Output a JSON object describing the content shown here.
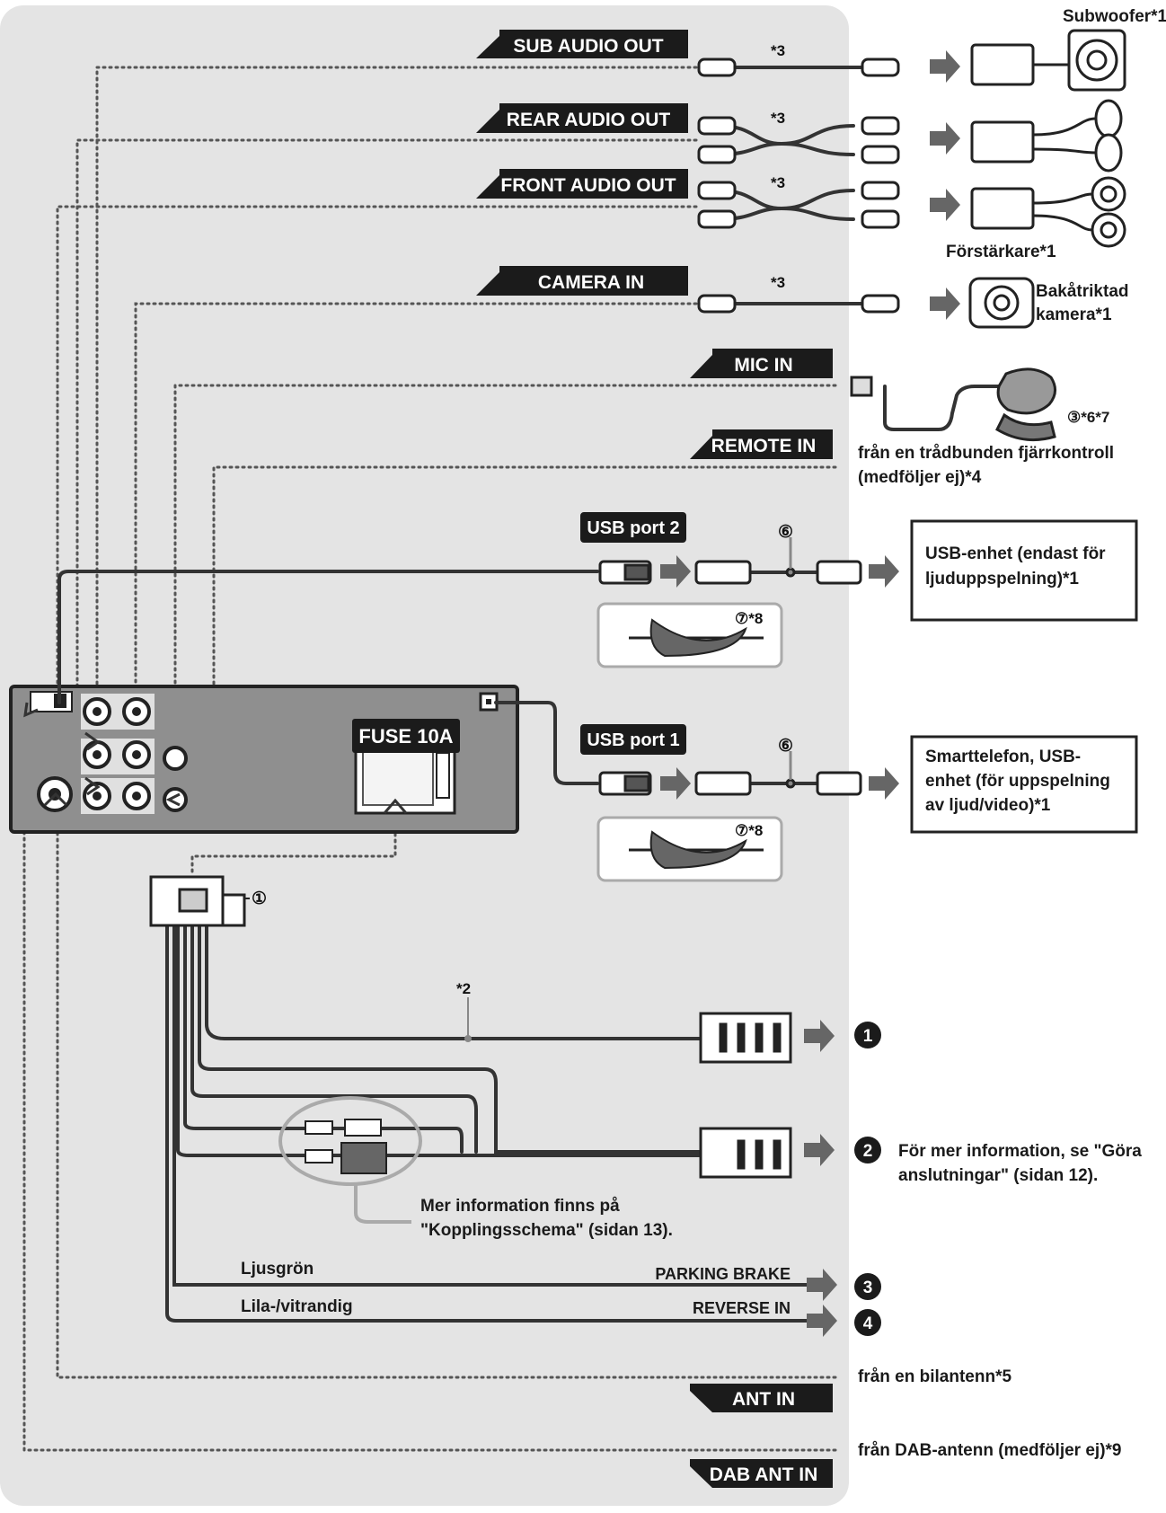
{
  "connectors": {
    "sub_audio_out": "SUB AUDIO OUT",
    "rear_audio_out": "REAR AUDIO OUT",
    "front_audio_out": "FRONT AUDIO OUT",
    "camera_in": "CAMERA IN",
    "mic_in": "MIC IN",
    "remote_in": "REMOTE IN",
    "usb_port_2": "USB port 2",
    "usb_port_1": "USB port 1",
    "fuse": "FUSE 10A",
    "ant_in": "ANT IN",
    "dab_ant_in": "DAB ANT IN",
    "parking_brake": "PARKING BRAKE",
    "reverse_in": "REVERSE IN"
  },
  "devices": {
    "subwoofer": "Subwoofer*1",
    "amplifier": "Förstärkare*1",
    "rear_camera_line1": "Bakåtriktad",
    "rear_camera_line2": "kamera*1",
    "mic_note": "③*6*7",
    "remote_line1": "från en trådbunden fjärrkontroll",
    "remote_line2": "(medföljer ej)*4",
    "usb2_device_line1": "USB-enhet (endast för",
    "usb2_device_line2": "ljuduppspelning)*1",
    "usb1_device_line1": "Smarttelefon, USB-",
    "usb1_device_line2": "enhet (för uppspelning",
    "usb1_device_line3": "av ljud/video)*1",
    "ant_note": "från en bilantenn*5",
    "dab_note": "från DAB-antenn (medföljer ej)*9"
  },
  "notes": {
    "star3": "*3",
    "star2": "*2",
    "cable_tie_note": "⑦*8",
    "ref_6": "⑥",
    "ref_1": "①",
    "item2_line1": "För mer information, se \"Göra",
    "item2_line2": "anslutningar\" (sidan 12).",
    "kopplingsschema_line1": "Mer information finns på",
    "kopplingsschema_line2": "\"Kopplingsschema\" (sidan 13).",
    "ljusgron": "Ljusgrön",
    "lila": "Lila-/vitrandig"
  },
  "numbered": [
    "1",
    "2",
    "3",
    "4"
  ],
  "colors": {
    "panel": "#e4e4e4",
    "tag": "#1b1b1b",
    "unit": "#8f8f8f"
  }
}
